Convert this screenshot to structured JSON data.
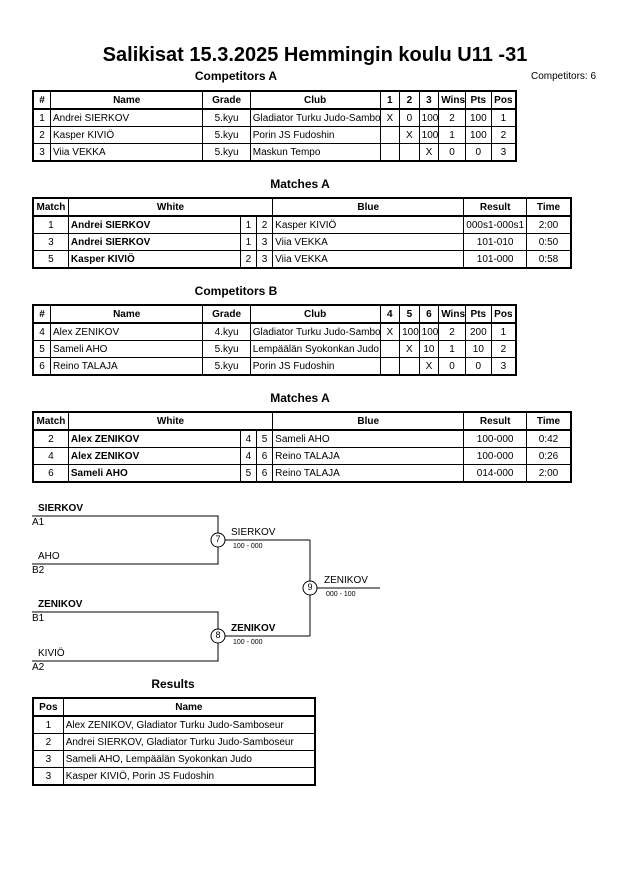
{
  "title": "Salikisat  15.3.2025  Hemmingin koulu   U11 -31",
  "competitors_count": "Competitors: 6",
  "competitors_a": {
    "heading": "Competitors A",
    "headers": [
      "#",
      "Name",
      "Grade",
      "Club",
      "1",
      "2",
      "3",
      "Wins",
      "Pts",
      "Pos"
    ],
    "rows": [
      [
        "1",
        "Andrei SIERKOV",
        "5.kyu",
        "Gladiator Turku Judo-Samboseur",
        "X",
        "0",
        "100",
        "2",
        "100",
        "1"
      ],
      [
        "2",
        "Kasper KIVIÖ",
        "5.kyu",
        "Porin JS Fudoshin",
        "",
        "X",
        "100",
        "1",
        "100",
        "2"
      ],
      [
        "3",
        "Viia VEKKA",
        "5.kyu",
        "Maskun Tempo",
        "",
        "",
        "X",
        "0",
        "0",
        "3"
      ]
    ]
  },
  "matches_a": {
    "heading": "Matches A",
    "headers": [
      "Match",
      "White",
      "Blue",
      "Result",
      "Time"
    ],
    "rows": [
      [
        "1",
        "Andrei SIERKOV",
        "1",
        "2",
        "Kasper KIVIÖ",
        "000s1-000s1",
        "2:00"
      ],
      [
        "3",
        "Andrei SIERKOV",
        "1",
        "3",
        "Viia VEKKA",
        "101-010",
        "0:50"
      ],
      [
        "5",
        "Kasper KIVIÖ",
        "2",
        "3",
        "Viia VEKKA",
        "101-000",
        "0:58"
      ]
    ]
  },
  "competitors_b": {
    "heading": "Competitors B",
    "headers": [
      "#",
      "Name",
      "Grade",
      "Club",
      "4",
      "5",
      "6",
      "Wins",
      "Pts",
      "Pos"
    ],
    "rows": [
      [
        "4",
        "Alex ZENIKOV",
        "4.kyu",
        "Gladiator Turku Judo-Samboseur",
        "X",
        "100",
        "100",
        "2",
        "200",
        "1"
      ],
      [
        "5",
        "Sameli AHO",
        "5.kyu",
        "Lempäälän Syokonkan Judo",
        "",
        "X",
        "10",
        "1",
        "10",
        "2"
      ],
      [
        "6",
        "Reino TALAJA",
        "5.kyu",
        "Porin JS Fudoshin",
        "",
        "",
        "X",
        "0",
        "0",
        "3"
      ]
    ]
  },
  "matches_b": {
    "heading": "Matches A",
    "headers": [
      "Match",
      "White",
      "Blue",
      "Result",
      "Time"
    ],
    "rows": [
      [
        "2",
        "Alex ZENIKOV",
        "4",
        "5",
        "Sameli AHO",
        "100-000",
        "0:42"
      ],
      [
        "4",
        "Alex ZENIKOV",
        "4",
        "6",
        "Reino TALAJA",
        "100-000",
        "0:26"
      ],
      [
        "6",
        "Sameli AHO",
        "5",
        "6",
        "Reino TALAJA",
        "014-000",
        "2:00"
      ]
    ]
  },
  "bracket": {
    "m7": {
      "number": "7",
      "top_name": "SIERKOV",
      "top_seed": "A1",
      "bottom_name": "AHO",
      "bottom_seed": "B2",
      "winner": "SIERKOV",
      "score": "100 - 000"
    },
    "m8": {
      "number": "8",
      "top_name": "ZENIKOV",
      "top_seed": "B1",
      "bottom_name": "KIVIÖ",
      "bottom_seed": "A2",
      "winner": "ZENIKOV",
      "score": "100 - 000"
    },
    "m9": {
      "number": "9",
      "winner": "ZENIKOV",
      "score": "000 - 100"
    }
  },
  "results": {
    "heading": "Results",
    "headers": [
      "Pos",
      "Name"
    ],
    "rows": [
      [
        "1",
        "Alex ZENIKOV, Gladiator Turku Judo-Samboseur"
      ],
      [
        "2",
        "Andrei SIERKOV, Gladiator Turku Judo-Samboseur"
      ],
      [
        "3",
        "Sameli AHO, Lempäälän Syokonkan Judo"
      ],
      [
        "3",
        "Kasper KIVIÖ, Porin JS Fudoshin"
      ]
    ]
  }
}
